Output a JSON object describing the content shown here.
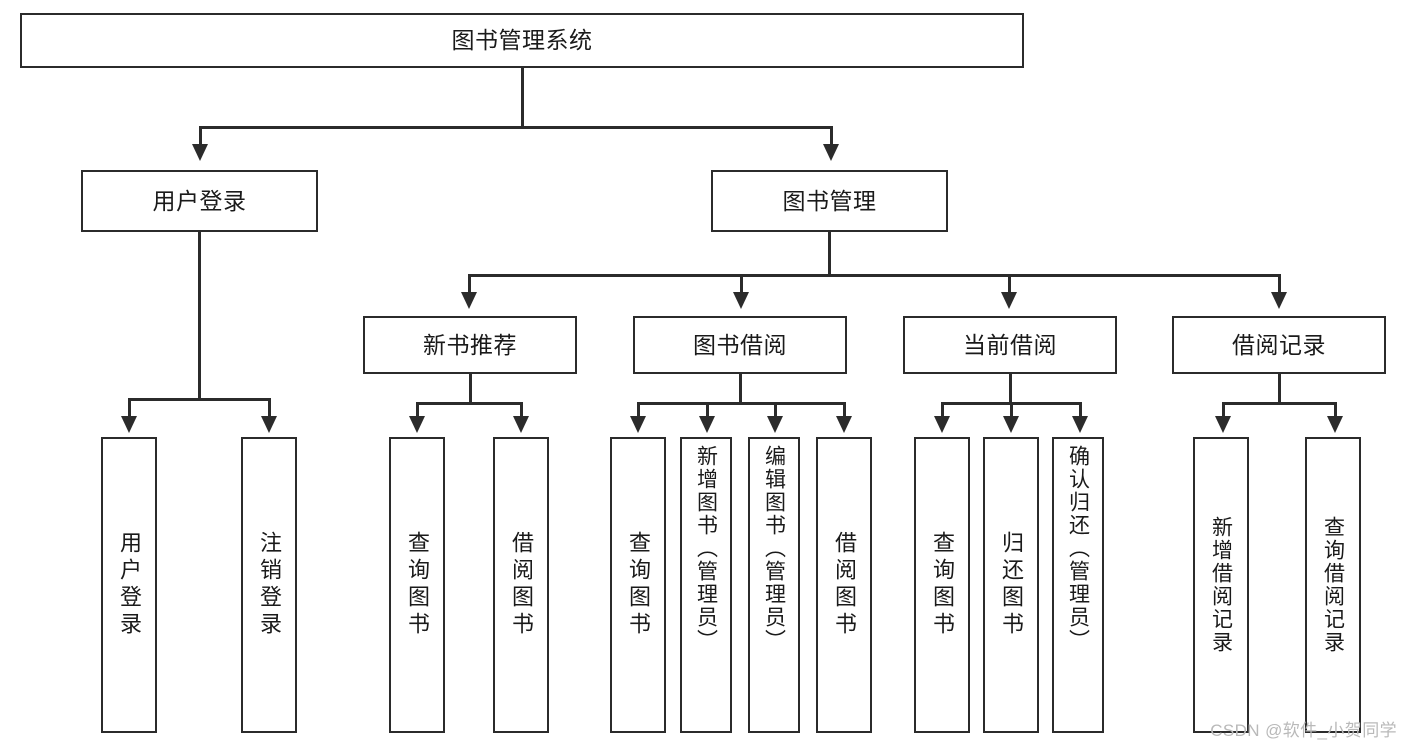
{
  "diagram": {
    "type": "tree-hierarchy",
    "title": "图书管理系统",
    "root": {
      "label": "图书管理系统"
    },
    "level2": [
      {
        "id": "user-login",
        "label": "用户登录"
      },
      {
        "id": "book-management",
        "label": "图书管理"
      }
    ],
    "level3": [
      {
        "id": "new-book-recommend",
        "label": "新书推荐"
      },
      {
        "id": "book-borrow",
        "label": "图书借阅"
      },
      {
        "id": "current-borrow",
        "label": "当前借阅"
      },
      {
        "id": "borrow-record",
        "label": "借阅记录"
      }
    ],
    "leaves": {
      "user_login": [
        {
          "id": "leaf-user-login",
          "label": "用户登录"
        },
        {
          "id": "leaf-logout",
          "label": "注销登录"
        }
      ],
      "new_book_recommend": [
        {
          "id": "leaf-query-book-1",
          "label": "查询图书"
        },
        {
          "id": "leaf-borrow-book-1",
          "label": "借阅图书"
        }
      ],
      "book_borrow": [
        {
          "id": "leaf-query-book-2",
          "label": "查询图书"
        },
        {
          "id": "leaf-add-book",
          "label": "新增图书（管理员）"
        },
        {
          "id": "leaf-edit-book",
          "label": "编辑图书（管理员）"
        },
        {
          "id": "leaf-borrow-book-2",
          "label": "借阅图书"
        }
      ],
      "current_borrow": [
        {
          "id": "leaf-query-book-3",
          "label": "查询图书"
        },
        {
          "id": "leaf-return-book",
          "label": "归还图书"
        },
        {
          "id": "leaf-confirm-return",
          "label": "确认归还（管理员）"
        }
      ],
      "borrow_record": [
        {
          "id": "leaf-add-record",
          "label": "新增借阅记录"
        },
        {
          "id": "leaf-query-record",
          "label": "查询借阅记录"
        }
      ]
    }
  },
  "watermark": {
    "text": "CSDN @软件_小贺同学"
  },
  "colors": {
    "stroke": "#2b2b2b",
    "background": "#ffffff",
    "text": "#1a1a1a",
    "watermark": "#b9b9b9"
  }
}
